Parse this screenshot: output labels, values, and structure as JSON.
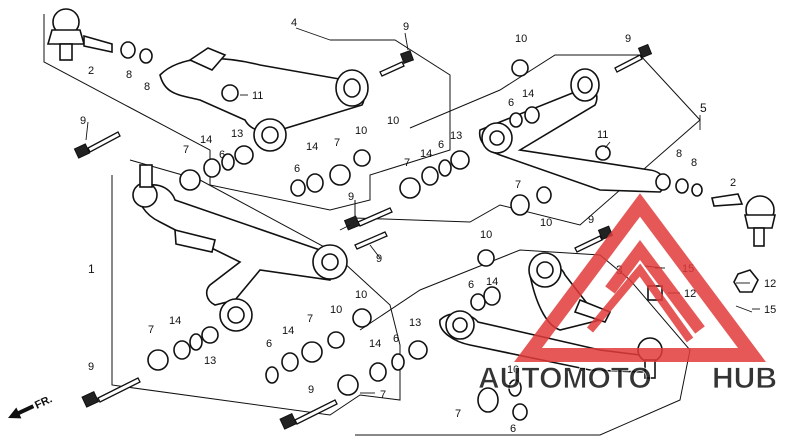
{
  "diagram": {
    "orientation_label": "FR.",
    "callouts": [
      {
        "id": "c-4",
        "text": "4"
      },
      {
        "id": "c-9-top",
        "text": "9"
      },
      {
        "id": "c-2-left",
        "text": "2"
      },
      {
        "id": "c-8a-left",
        "text": "8"
      },
      {
        "id": "c-8b-left",
        "text": "8"
      },
      {
        "id": "c-11-left",
        "text": "11"
      },
      {
        "id": "c-9-left",
        "text": "9"
      },
      {
        "id": "c-7-a",
        "text": "7"
      },
      {
        "id": "c-14-a",
        "text": "14"
      },
      {
        "id": "c-6-a",
        "text": "6"
      },
      {
        "id": "c-13-a",
        "text": "13"
      },
      {
        "id": "c-14-b",
        "text": "14"
      },
      {
        "id": "c-7-b",
        "text": "7"
      },
      {
        "id": "c-10-a",
        "text": "10"
      },
      {
        "id": "c-6-b",
        "text": "6"
      },
      {
        "id": "c-10-b",
        "text": "10"
      },
      {
        "id": "c-9-mid",
        "text": "9"
      },
      {
        "id": "c-9-mid2",
        "text": "9"
      },
      {
        "id": "c-1",
        "text": "1"
      },
      {
        "id": "c-10-top",
        "text": "10"
      },
      {
        "id": "c-9-top-right",
        "text": "9"
      },
      {
        "id": "c-6-c",
        "text": "6"
      },
      {
        "id": "c-14-c",
        "text": "14"
      },
      {
        "id": "c-5",
        "text": "5"
      },
      {
        "id": "c-13-b",
        "text": "13"
      },
      {
        "id": "c-7-c",
        "text": "7"
      },
      {
        "id": "c-14-d",
        "text": "14"
      },
      {
        "id": "c-6-d",
        "text": "6"
      },
      {
        "id": "c-11-right",
        "text": "11"
      },
      {
        "id": "c-8a-right",
        "text": "8"
      },
      {
        "id": "c-8b-right",
        "text": "8"
      },
      {
        "id": "c-2-right",
        "text": "2"
      },
      {
        "id": "c-7-d",
        "text": "7"
      },
      {
        "id": "c-10-c",
        "text": "10"
      },
      {
        "id": "c-9-right",
        "text": "9"
      },
      {
        "id": "c-10-d",
        "text": "10"
      },
      {
        "id": "c-3",
        "text": "3"
      },
      {
        "id": "c-15-a",
        "text": "15"
      },
      {
        "id": "c-12-a",
        "text": "12"
      },
      {
        "id": "c-12-b",
        "text": "12"
      },
      {
        "id": "c-15-b",
        "text": "15"
      },
      {
        "id": "c-6-e",
        "text": "6"
      },
      {
        "id": "c-14-e",
        "text": "14"
      },
      {
        "id": "c-10-e",
        "text": "10"
      },
      {
        "id": "c-7-e",
        "text": "7"
      },
      {
        "id": "c-14-f",
        "text": "14"
      },
      {
        "id": "c-13-c",
        "text": "13"
      },
      {
        "id": "c-14-g",
        "text": "14"
      },
      {
        "id": "c-6-f",
        "text": "6"
      },
      {
        "id": "c-7-f",
        "text": "7"
      },
      {
        "id": "c-10-f",
        "text": "10"
      },
      {
        "id": "c-6-g",
        "text": "6"
      },
      {
        "id": "c-14-h",
        "text": "14"
      },
      {
        "id": "c-13-d",
        "text": "13"
      },
      {
        "id": "c-9-bottom-left",
        "text": "9"
      },
      {
        "id": "c-9-bottom",
        "text": "9"
      },
      {
        "id": "c-7-g",
        "text": "7"
      },
      {
        "id": "c-10-g",
        "text": "10"
      },
      {
        "id": "c-7-h",
        "text": "7"
      },
      {
        "id": "c-6-h",
        "text": "6"
      }
    ]
  },
  "watermark": {
    "text_a": "AUTOMOTO",
    "text_b": "HUB",
    "color_red": "#e23b3b",
    "color_gray": "#8a8a8a"
  }
}
